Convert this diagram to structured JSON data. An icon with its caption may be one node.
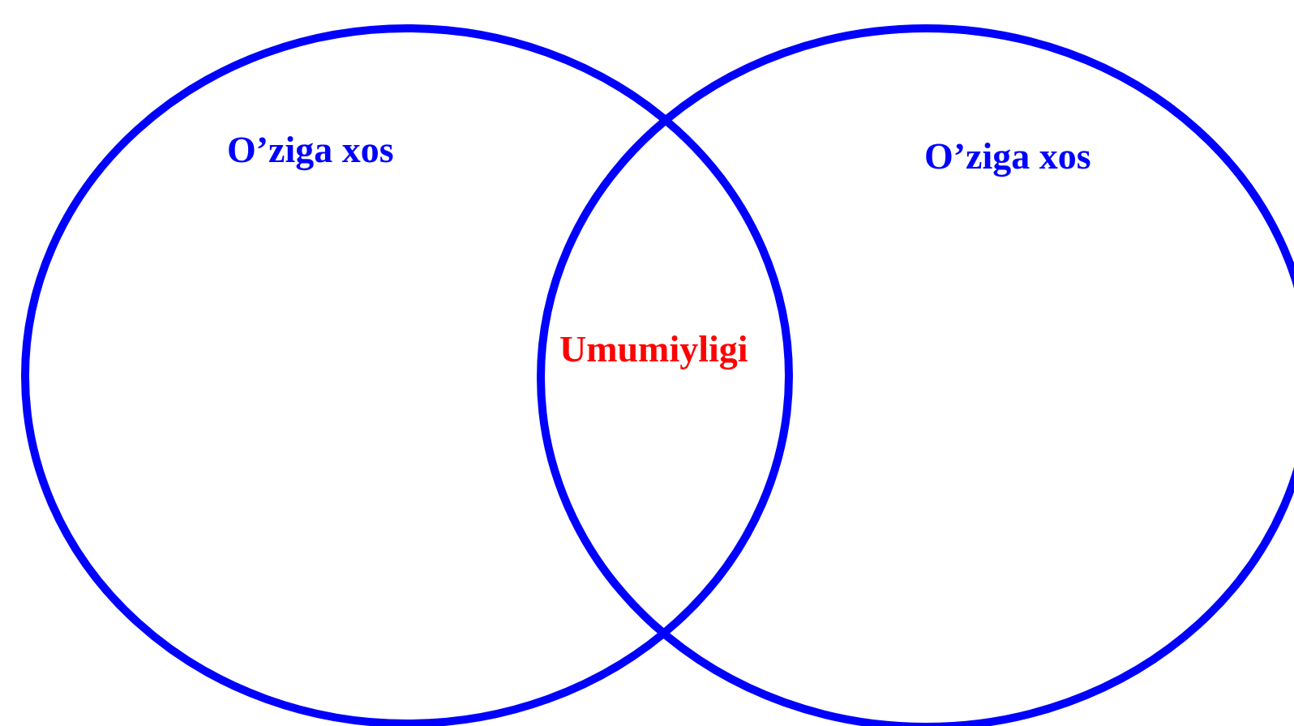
{
  "diagram": {
    "nodes": [
      {
        "text": [
          "O’ziga xos"
        ]
      },
      {
        "text": [
          "O’ziga xos"
        ]
      }
    ],
    "labels": [
      "Umumiyligi"
    ]
  }
}
